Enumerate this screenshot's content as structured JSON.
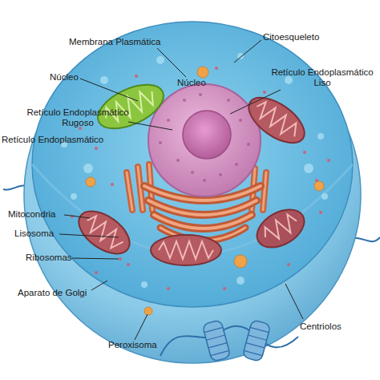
{
  "diagram": {
    "labels": [
      "Membrana Plasmática",
      "Citoesqueleto",
      "Núcleo",
      "Núcleo",
      "Retículo Endoplasmático Liso",
      "Retículo Endoplasmático Rugoso",
      "Retículo Endoplasmático",
      "Mitocondria",
      "Lisosoma",
      "Ribosomas",
      "Aparato de Golgi",
      "Centriolos",
      "Peroxisoma"
    ]
  }
}
